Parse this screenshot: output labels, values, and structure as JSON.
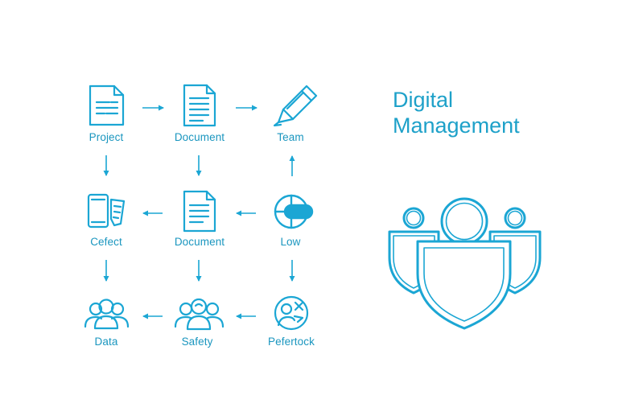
{
  "colors": {
    "accent": "#1ba6d4",
    "text": "#1a96bf",
    "background": "#ffffff"
  },
  "title": {
    "line1": "Digital",
    "line2": "Management"
  },
  "nodes": {
    "project": {
      "label": "Project",
      "icon": "document-icon"
    },
    "document_top": {
      "label": "Document",
      "icon": "document-icon"
    },
    "team": {
      "label": "Team",
      "icon": "pen-icon"
    },
    "cefect": {
      "label": "Cefect",
      "icon": "phone-icon"
    },
    "document_mid": {
      "label": "Document",
      "icon": "document-icon"
    },
    "low": {
      "label": "Low",
      "icon": "target-icon"
    },
    "data": {
      "label": "Data",
      "icon": "people-group-icon"
    },
    "safety": {
      "label": "Safety",
      "icon": "people-group-icon"
    },
    "pefertock": {
      "label": "Pefertock",
      "icon": "person-cross-icon"
    }
  },
  "emblem": {
    "icon": "team-shield-icon"
  }
}
